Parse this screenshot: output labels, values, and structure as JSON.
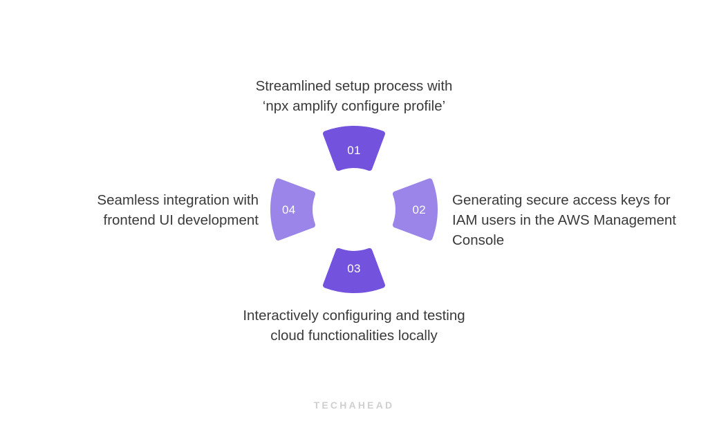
{
  "page": {
    "background": "#ffffff",
    "text_color": "#3a3a3a"
  },
  "chart_data": {
    "type": "pie",
    "title": "",
    "subtype": "donut-4-segment-process",
    "legend_position": "around-chart",
    "grid": false,
    "categories": [
      "01",
      "02",
      "03",
      "04"
    ],
    "values": [
      25,
      25,
      25,
      25
    ],
    "colors": [
      "#7353dd",
      "#9b85e8",
      "#7353dd",
      "#9b85e8"
    ],
    "segments": [
      {
        "number": "01",
        "position": "top",
        "color": "#7353dd",
        "label": "Streamlined setup process with 'npx amplify configure profile'"
      },
      {
        "number": "02",
        "position": "right",
        "color": "#9b85e8",
        "label": "Generating secure access keys for IAM users in the AWS Management Console"
      },
      {
        "number": "03",
        "position": "bottom",
        "color": "#7353dd",
        "label": "Interactively configuring and testing cloud functionalities locally"
      },
      {
        "number": "04",
        "position": "left",
        "color": "#9b85e8",
        "label": "Seamless integration with frontend UI development"
      }
    ]
  },
  "donut": {
    "numbers": {
      "one": "01",
      "two": "02",
      "three": "03",
      "four": "04"
    },
    "color_dark": "#7353dd",
    "color_light": "#9b85e8",
    "number_color": "#ffffff"
  },
  "labels": {
    "top": {
      "line1": "Streamlined setup process with",
      "line2": "‘npx amplify configure profile’"
    },
    "right": {
      "line1": "Generating secure access keys for",
      "line2": "IAM users in the AWS Management",
      "line3": "Console"
    },
    "bottom": {
      "line1": "Interactively configuring and testing",
      "line2": "cloud functionalities locally"
    },
    "left": {
      "line1": "Seamless integration with",
      "line2": "frontend UI development"
    }
  },
  "footer": {
    "watermark": "TECHAHEAD",
    "watermark_color": "#cfcfcf"
  }
}
